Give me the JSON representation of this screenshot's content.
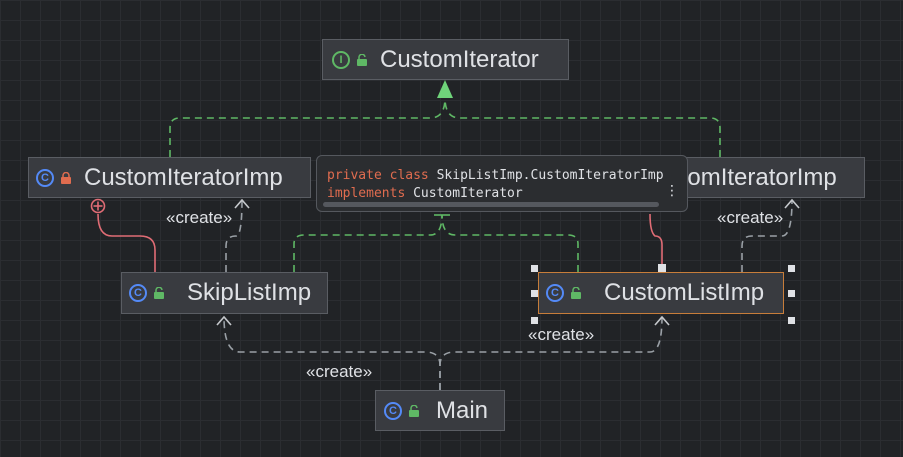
{
  "nodes": {
    "custom_iterator": {
      "name": "CustomIterator",
      "kind": "interface",
      "badge": "I"
    },
    "custom_iterator_imp_left": {
      "name": "CustomIteratorImp",
      "kind": "class",
      "badge": "C"
    },
    "custom_iterator_imp_right": {
      "name": "CustomIteratorImp",
      "kind": "class",
      "badge": "C"
    },
    "skip_list_imp": {
      "name": "SkipListImp",
      "kind": "class",
      "badge": "C"
    },
    "custom_list_imp": {
      "name": "CustomListImp",
      "kind": "class",
      "badge": "C"
    },
    "main": {
      "name": "Main",
      "kind": "class",
      "badge": "C"
    }
  },
  "edge_labels": {
    "create_left": "«create»",
    "create_right": "«create»",
    "create_customlist": "«create»",
    "create_main": "«create»"
  },
  "tooltip": {
    "kw1": "private",
    "kw2": "class",
    "type_name": "SkipListImp.CustomIteratorImp",
    "kw3": "implements",
    "iface_name": "CustomIterator",
    "more": "⋮"
  },
  "colors": {
    "realization_edge": "#5fb865",
    "dependency_edge": "#9aa0a6",
    "inner_class_edge": "#e06c75",
    "interface_badge": "#5fb865",
    "class_badge": "#548af7",
    "private_lock": "#e06c4f",
    "public_lock": "#5fb865",
    "selection": "#c77d3a"
  }
}
